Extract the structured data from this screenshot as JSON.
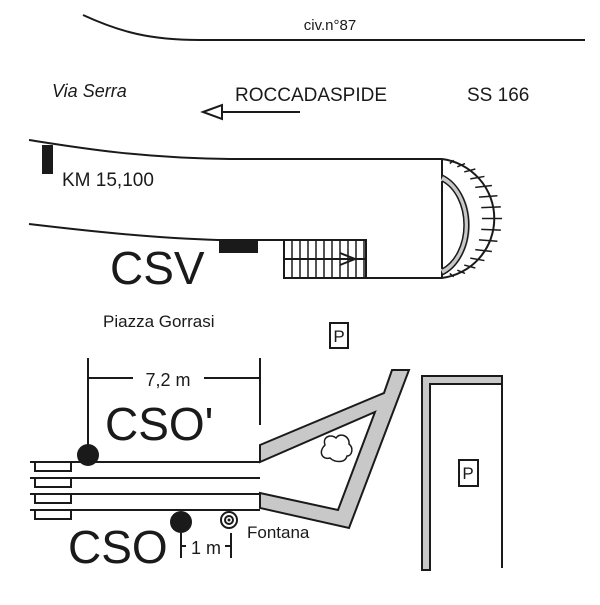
{
  "labels": {
    "civic_number": "civ.n°87",
    "street_via_serra": "Via Serra",
    "direction": "ROCCADASPIDE",
    "road_ss": "SS 166",
    "km_marker": "KM 15,100",
    "csv": "CSV",
    "piazza": "Piazza Gorrasi",
    "parking_top": "P",
    "parking_right": "P",
    "distance_long": "7,2 m",
    "cso_prime": "CSO'",
    "cso": "CSO",
    "distance_short": "1 m",
    "fountain": "Fontana"
  },
  "colors": {
    "line": "#1a1a1a",
    "wall_fill": "#c8c8c8",
    "background": "#ffffff"
  }
}
